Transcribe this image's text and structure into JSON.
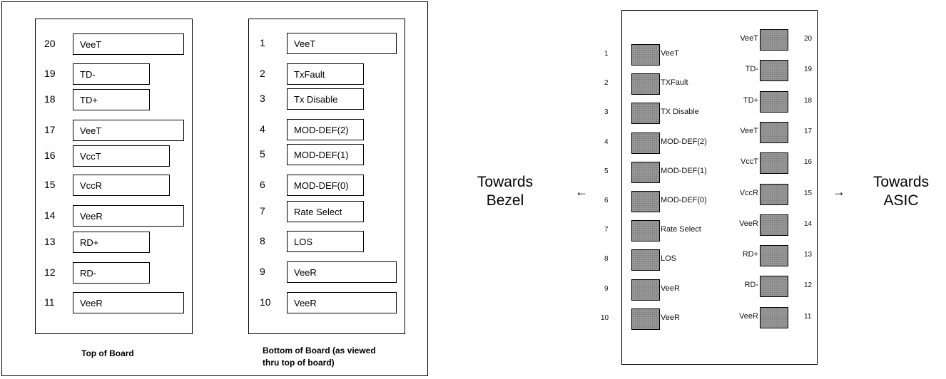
{
  "left_diagram": {
    "top_caption": "Top of Board",
    "bottom_caption_line1": "Bottom of Board (as viewed",
    "bottom_caption_line2": "thru top of board)",
    "top_pins": [
      {
        "num": "20",
        "label": "VeeT"
      },
      {
        "num": "19",
        "label": "TD-"
      },
      {
        "num": "18",
        "label": "TD+"
      },
      {
        "num": "17",
        "label": "VeeT"
      },
      {
        "num": "16",
        "label": "VccT"
      },
      {
        "num": "15",
        "label": "VccR"
      },
      {
        "num": "14",
        "label": "VeeR"
      },
      {
        "num": "13",
        "label": "RD+"
      },
      {
        "num": "12",
        "label": "RD-"
      },
      {
        "num": "11",
        "label": "VeeR"
      }
    ],
    "bottom_pins": [
      {
        "num": "1",
        "label": "VeeT"
      },
      {
        "num": "2",
        "label": "TxFault"
      },
      {
        "num": "3",
        "label": "Tx Disable"
      },
      {
        "num": "4",
        "label": "MOD-DEF(2)"
      },
      {
        "num": "5",
        "label": "MOD-DEF(1)"
      },
      {
        "num": "6",
        "label": "MOD-DEF(0)"
      },
      {
        "num": "7",
        "label": "Rate Select"
      },
      {
        "num": "8",
        "label": "LOS"
      },
      {
        "num": "9",
        "label": "VeeR"
      },
      {
        "num": "10",
        "label": "VeeR"
      }
    ]
  },
  "right_diagram": {
    "left_pads": [
      {
        "num": "1",
        "label": "VeeT"
      },
      {
        "num": "2",
        "label": "TXFault"
      },
      {
        "num": "3",
        "label": "TX Disable"
      },
      {
        "num": "4",
        "label": "MOD-DEF(2)"
      },
      {
        "num": "5",
        "label": "MOD-DEF(1)"
      },
      {
        "num": "6",
        "label": "MOD-DEF(0)"
      },
      {
        "num": "7",
        "label": "Rate Select"
      },
      {
        "num": "8",
        "label": "LOS"
      },
      {
        "num": "9",
        "label": "VeeR"
      },
      {
        "num": "10",
        "label": "VeeR"
      }
    ],
    "right_pads": [
      {
        "num": "20",
        "label": "VeeT"
      },
      {
        "num": "19",
        "label": "TD-"
      },
      {
        "num": "18",
        "label": "TD+"
      },
      {
        "num": "17",
        "label": "VeeT"
      },
      {
        "num": "16",
        "label": "VccT"
      },
      {
        "num": "15",
        "label": "VccR"
      },
      {
        "num": "14",
        "label": "VeeR"
      },
      {
        "num": "13",
        "label": "RD+"
      },
      {
        "num": "12",
        "label": "RD-"
      },
      {
        "num": "11",
        "label": "VeeR"
      }
    ],
    "towards_bezel_line1": "Towards",
    "towards_bezel_line2": "Bezel",
    "towards_asic_line1": "Towards",
    "towards_asic_line2": "ASIC",
    "left_arrow": "←",
    "right_arrow": "→"
  }
}
